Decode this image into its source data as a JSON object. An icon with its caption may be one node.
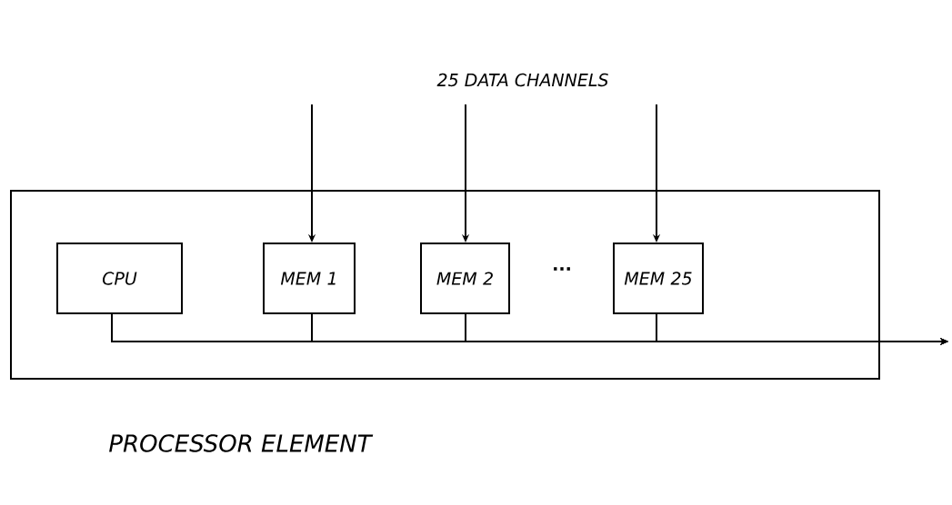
{
  "diagram": {
    "title": "25 DATA CHANNELS",
    "nodes": [
      {
        "text": [
          "PROCESSOR ELEMENT"
        ]
      },
      {
        "text": [
          "CPU"
        ],
        "in": 0
      },
      {
        "text": [
          "MEM 1"
        ],
        "in": 0
      },
      {
        "text": [
          "MEM 2"
        ],
        "in": 0
      },
      {
        "text": [
          "MEM 25"
        ],
        "in": 0
      }
    ],
    "edges": [
      {
        "from": null,
        "to": 2,
        "arrow": "to"
      },
      {
        "from": null,
        "to": 3,
        "arrow": "to"
      },
      {
        "from": null,
        "to": 4,
        "arrow": "to"
      },
      {
        "from": 1,
        "to": null,
        "arrow": "to"
      },
      {
        "from": 2,
        "to": null,
        "arrow": "to"
      },
      {
        "from": 3,
        "to": null,
        "arrow": "to"
      },
      {
        "from": 4,
        "to": null,
        "arrow": "to"
      }
    ],
    "labels": [
      "..."
    ]
  }
}
